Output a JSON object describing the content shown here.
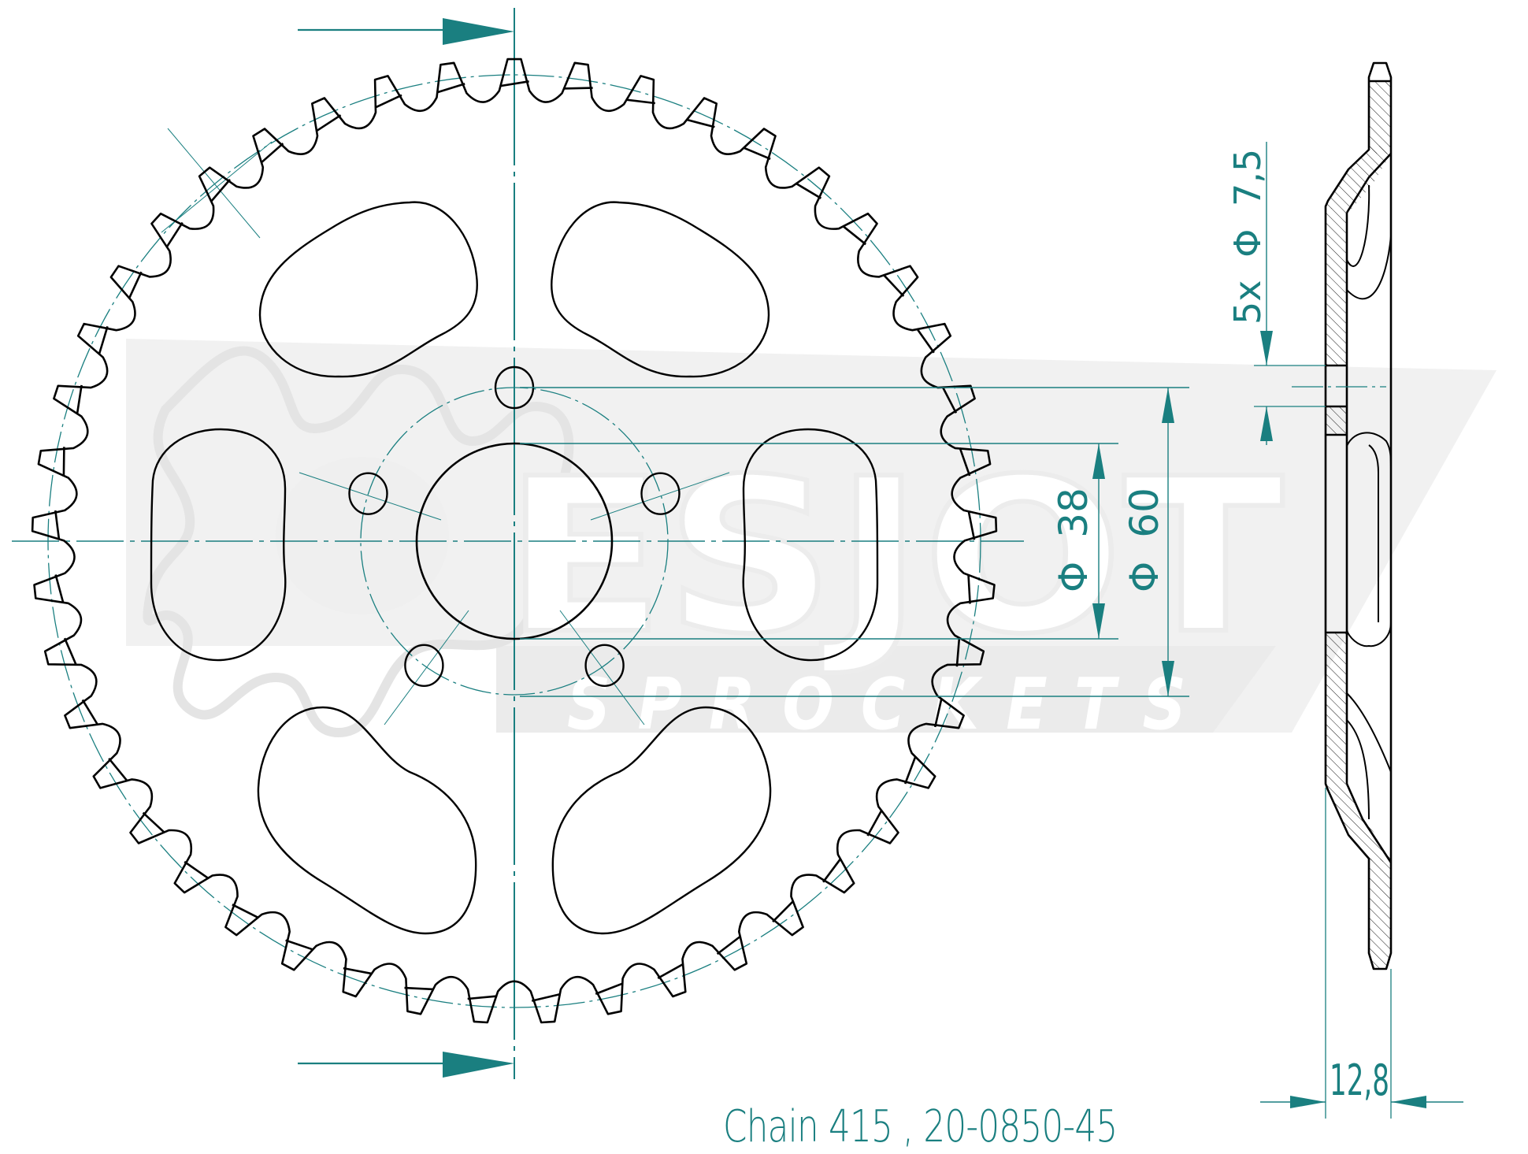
{
  "drawing": {
    "title": "Chain 415 , 20-0850-45",
    "chain": "415",
    "part_number": "20-0850-45",
    "teeth": 45,
    "watermark": {
      "brand": "ESJOT",
      "tagline": "SPROCKETS"
    },
    "dimensions": {
      "bore": {
        "symbol": "Φ",
        "value": "38"
      },
      "bolt_circle": {
        "symbol": "Φ",
        "value": "60"
      },
      "bolt_holes": {
        "count_label": "5x",
        "symbol": "Φ",
        "value": "7,5"
      },
      "thickness": {
        "value": "12,8"
      }
    },
    "colors": {
      "line": "#000000",
      "dimension": "#1a7f80",
      "watermark": "#ededed"
    }
  }
}
